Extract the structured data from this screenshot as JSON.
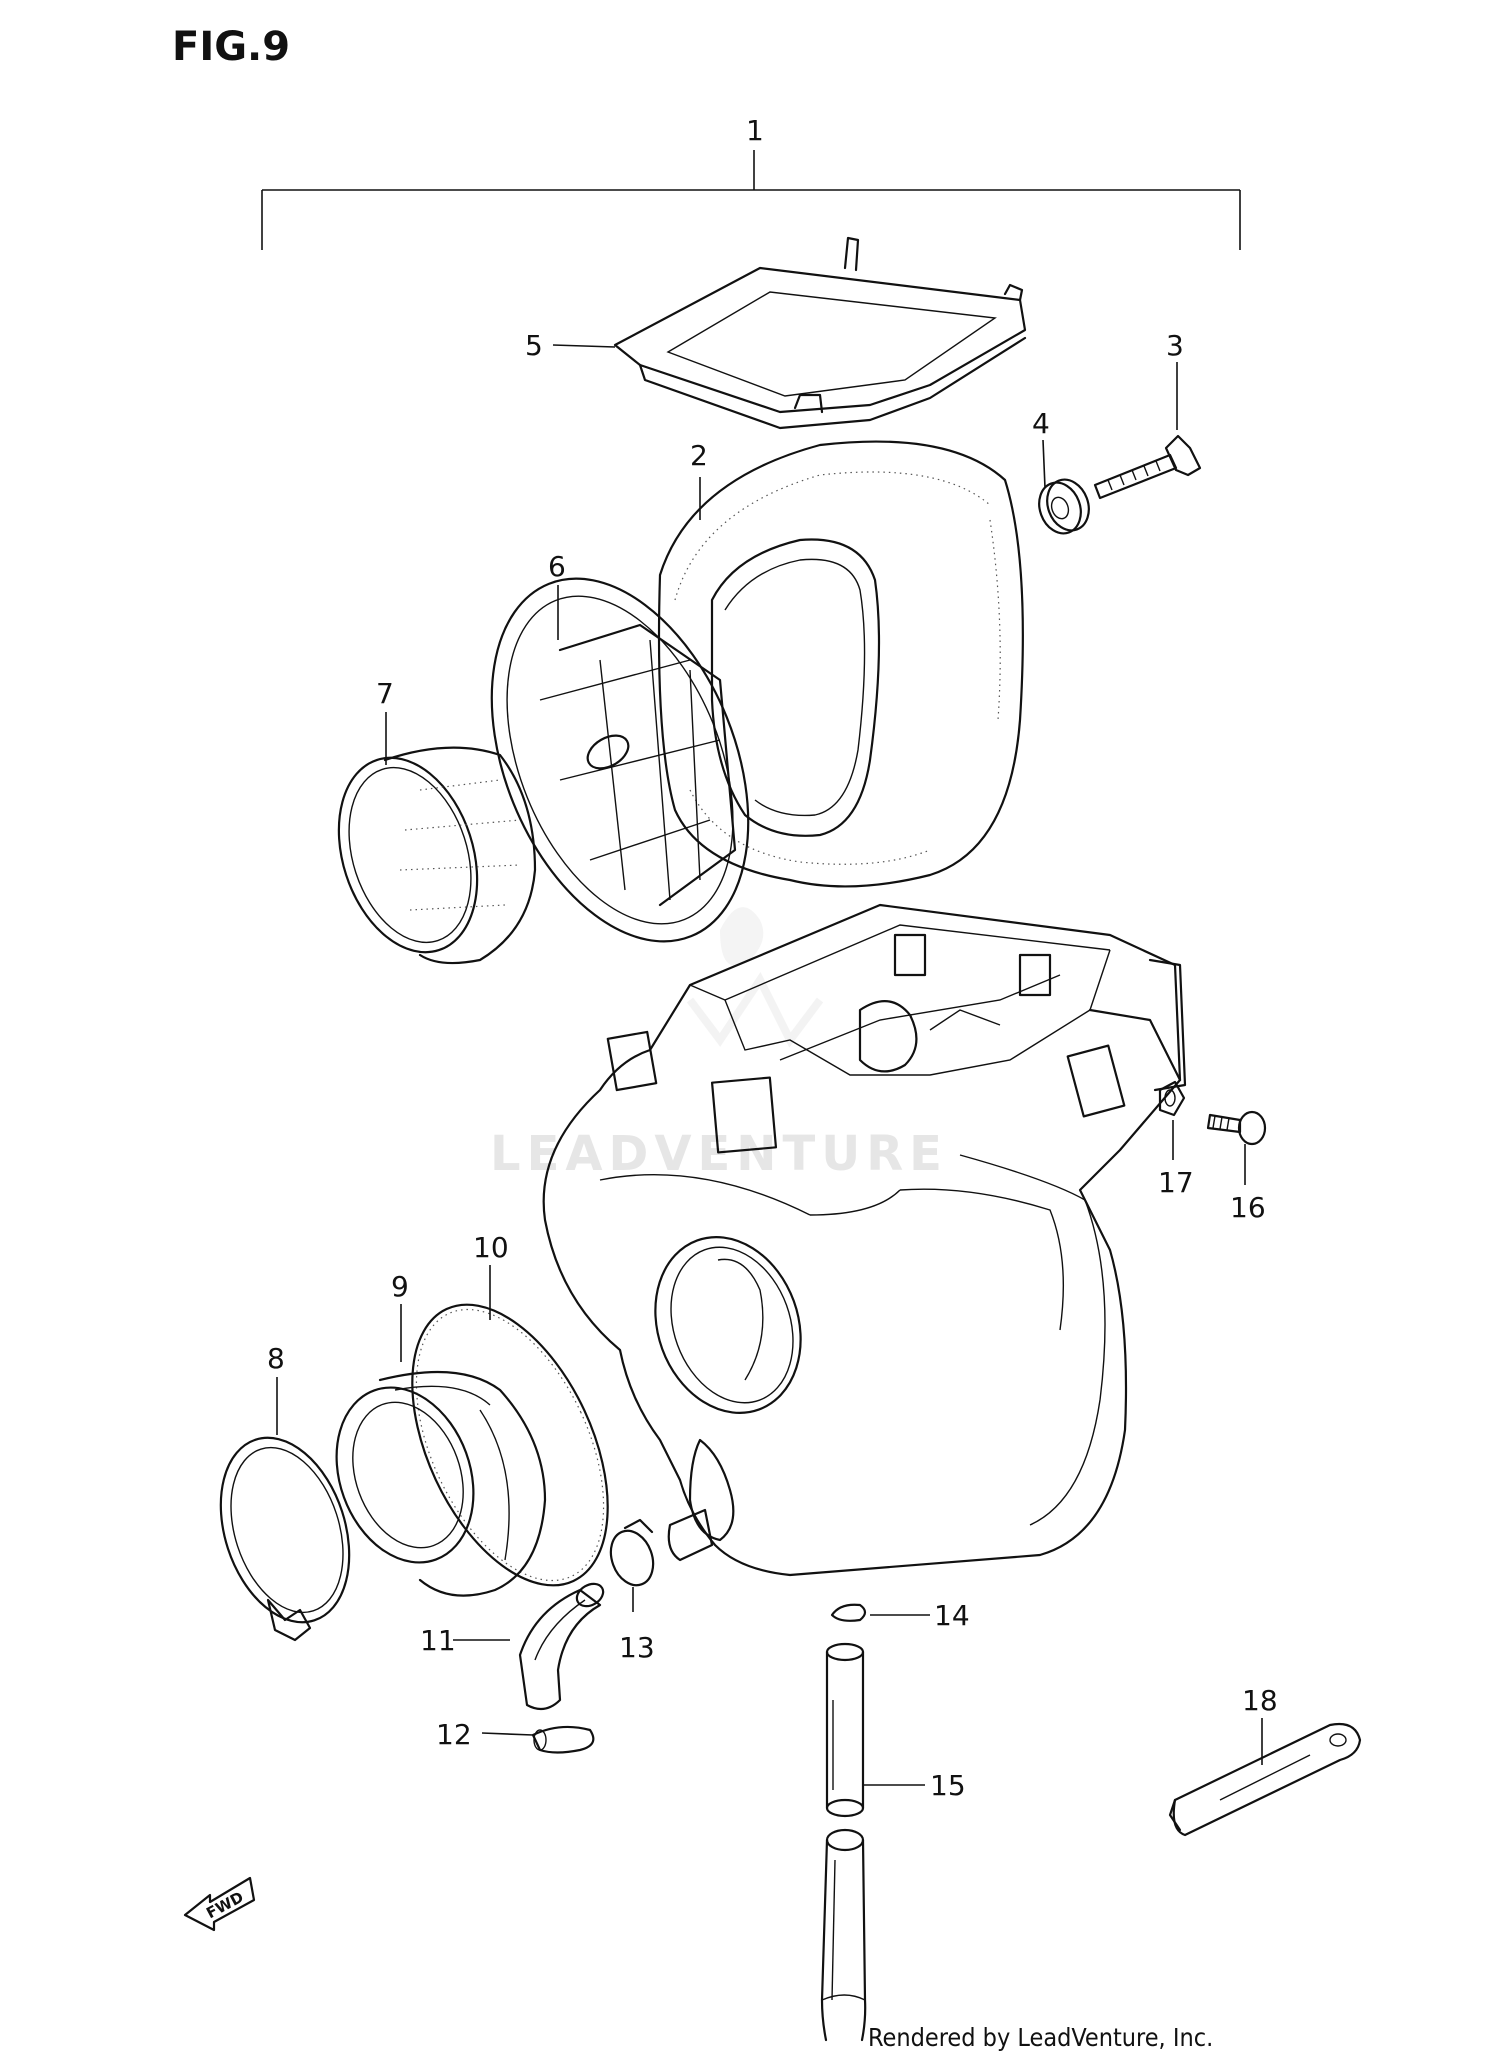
{
  "figure": {
    "title": "FIG.9"
  },
  "callouts": {
    "c1": "1",
    "c2": "2",
    "c3": "3",
    "c4": "4",
    "c5": "5",
    "c6": "6",
    "c7": "7",
    "c8": "8",
    "c9": "9",
    "c10": "10",
    "c11": "11",
    "c12": "12",
    "c13": "13",
    "c14": "14",
    "c15": "15",
    "c16": "16",
    "c17": "17",
    "c18": "18"
  },
  "fwd_label": "FWD",
  "watermark": "LEADVENTURE",
  "credit": "Rendered by LeadVenture, Inc."
}
